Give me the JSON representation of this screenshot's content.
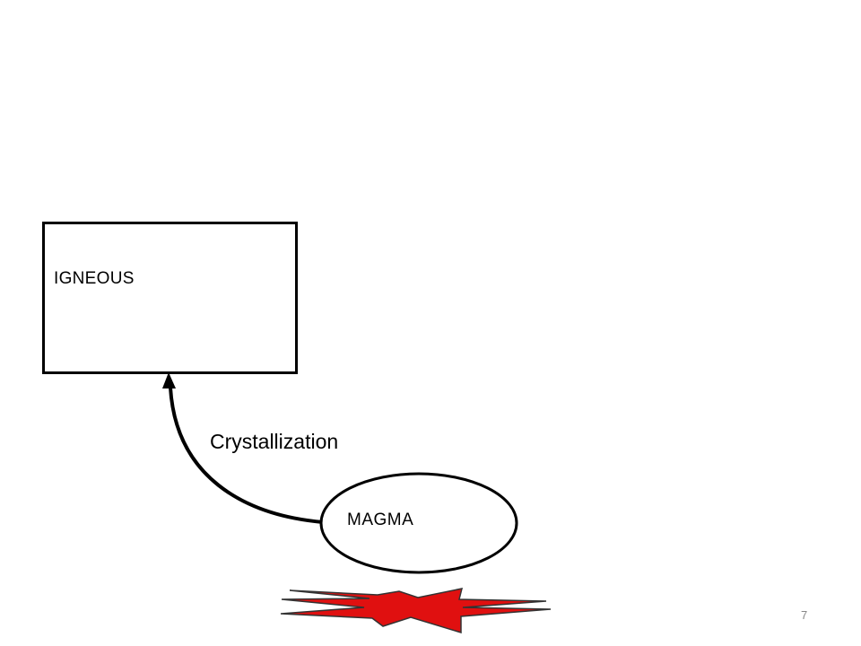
{
  "diagram": {
    "boxes": [
      {
        "label": "IGNEOUS"
      }
    ],
    "ellipses": [
      {
        "label": "MAGMA"
      }
    ],
    "arrows": [
      {
        "from": "MAGMA",
        "to": "IGNEOUS",
        "label": "Crystallization"
      }
    ],
    "heat_symbol_color": "#e01010",
    "stroke_color": "#000000"
  },
  "slide": {
    "page_number": "7"
  }
}
